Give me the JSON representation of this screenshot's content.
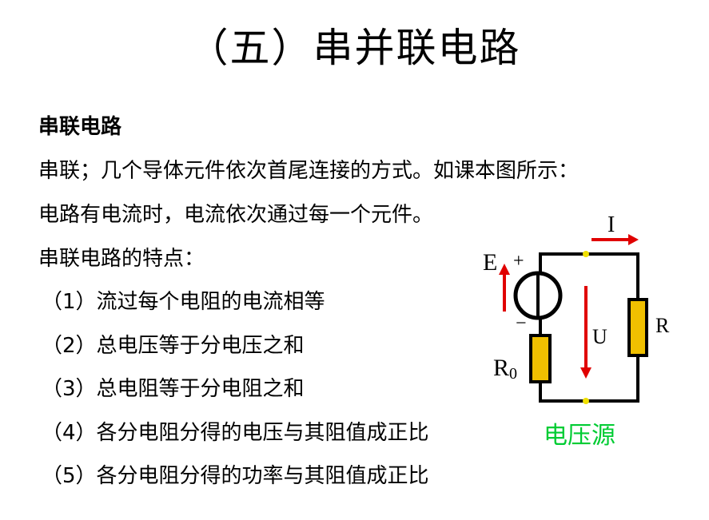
{
  "title": "（五）串并联电路",
  "section": {
    "heading": "串联电路",
    "definition": "串联；几个导体元件依次首尾连接的方式。如课本图所示：",
    "current_note": "电路有电流时，电流依次通过每一个元件。",
    "features_heading": "串联电路的特点：",
    "features": [
      "（1）流过每个电阻的电流相等",
      "（2）总电压等于分电压之和",
      "（3）总电阻等于分电阻之和",
      "（4）各分电阻分得的电压与其阻值成正比",
      "（5）各分电阻分得的功率与其阻值成正比"
    ]
  },
  "diagram": {
    "label_current": "I",
    "label_emf": "E",
    "label_plus": "+",
    "label_minus": "−",
    "label_voltage": "U",
    "label_resistor": "R",
    "label_internal_r": "R",
    "label_internal_r_sub": "0",
    "caption": "电压源",
    "colors": {
      "arrow": "#e00000",
      "resistor_fill": "#f0c000",
      "terminal": "#f0e000",
      "caption": "#00cc33"
    }
  }
}
